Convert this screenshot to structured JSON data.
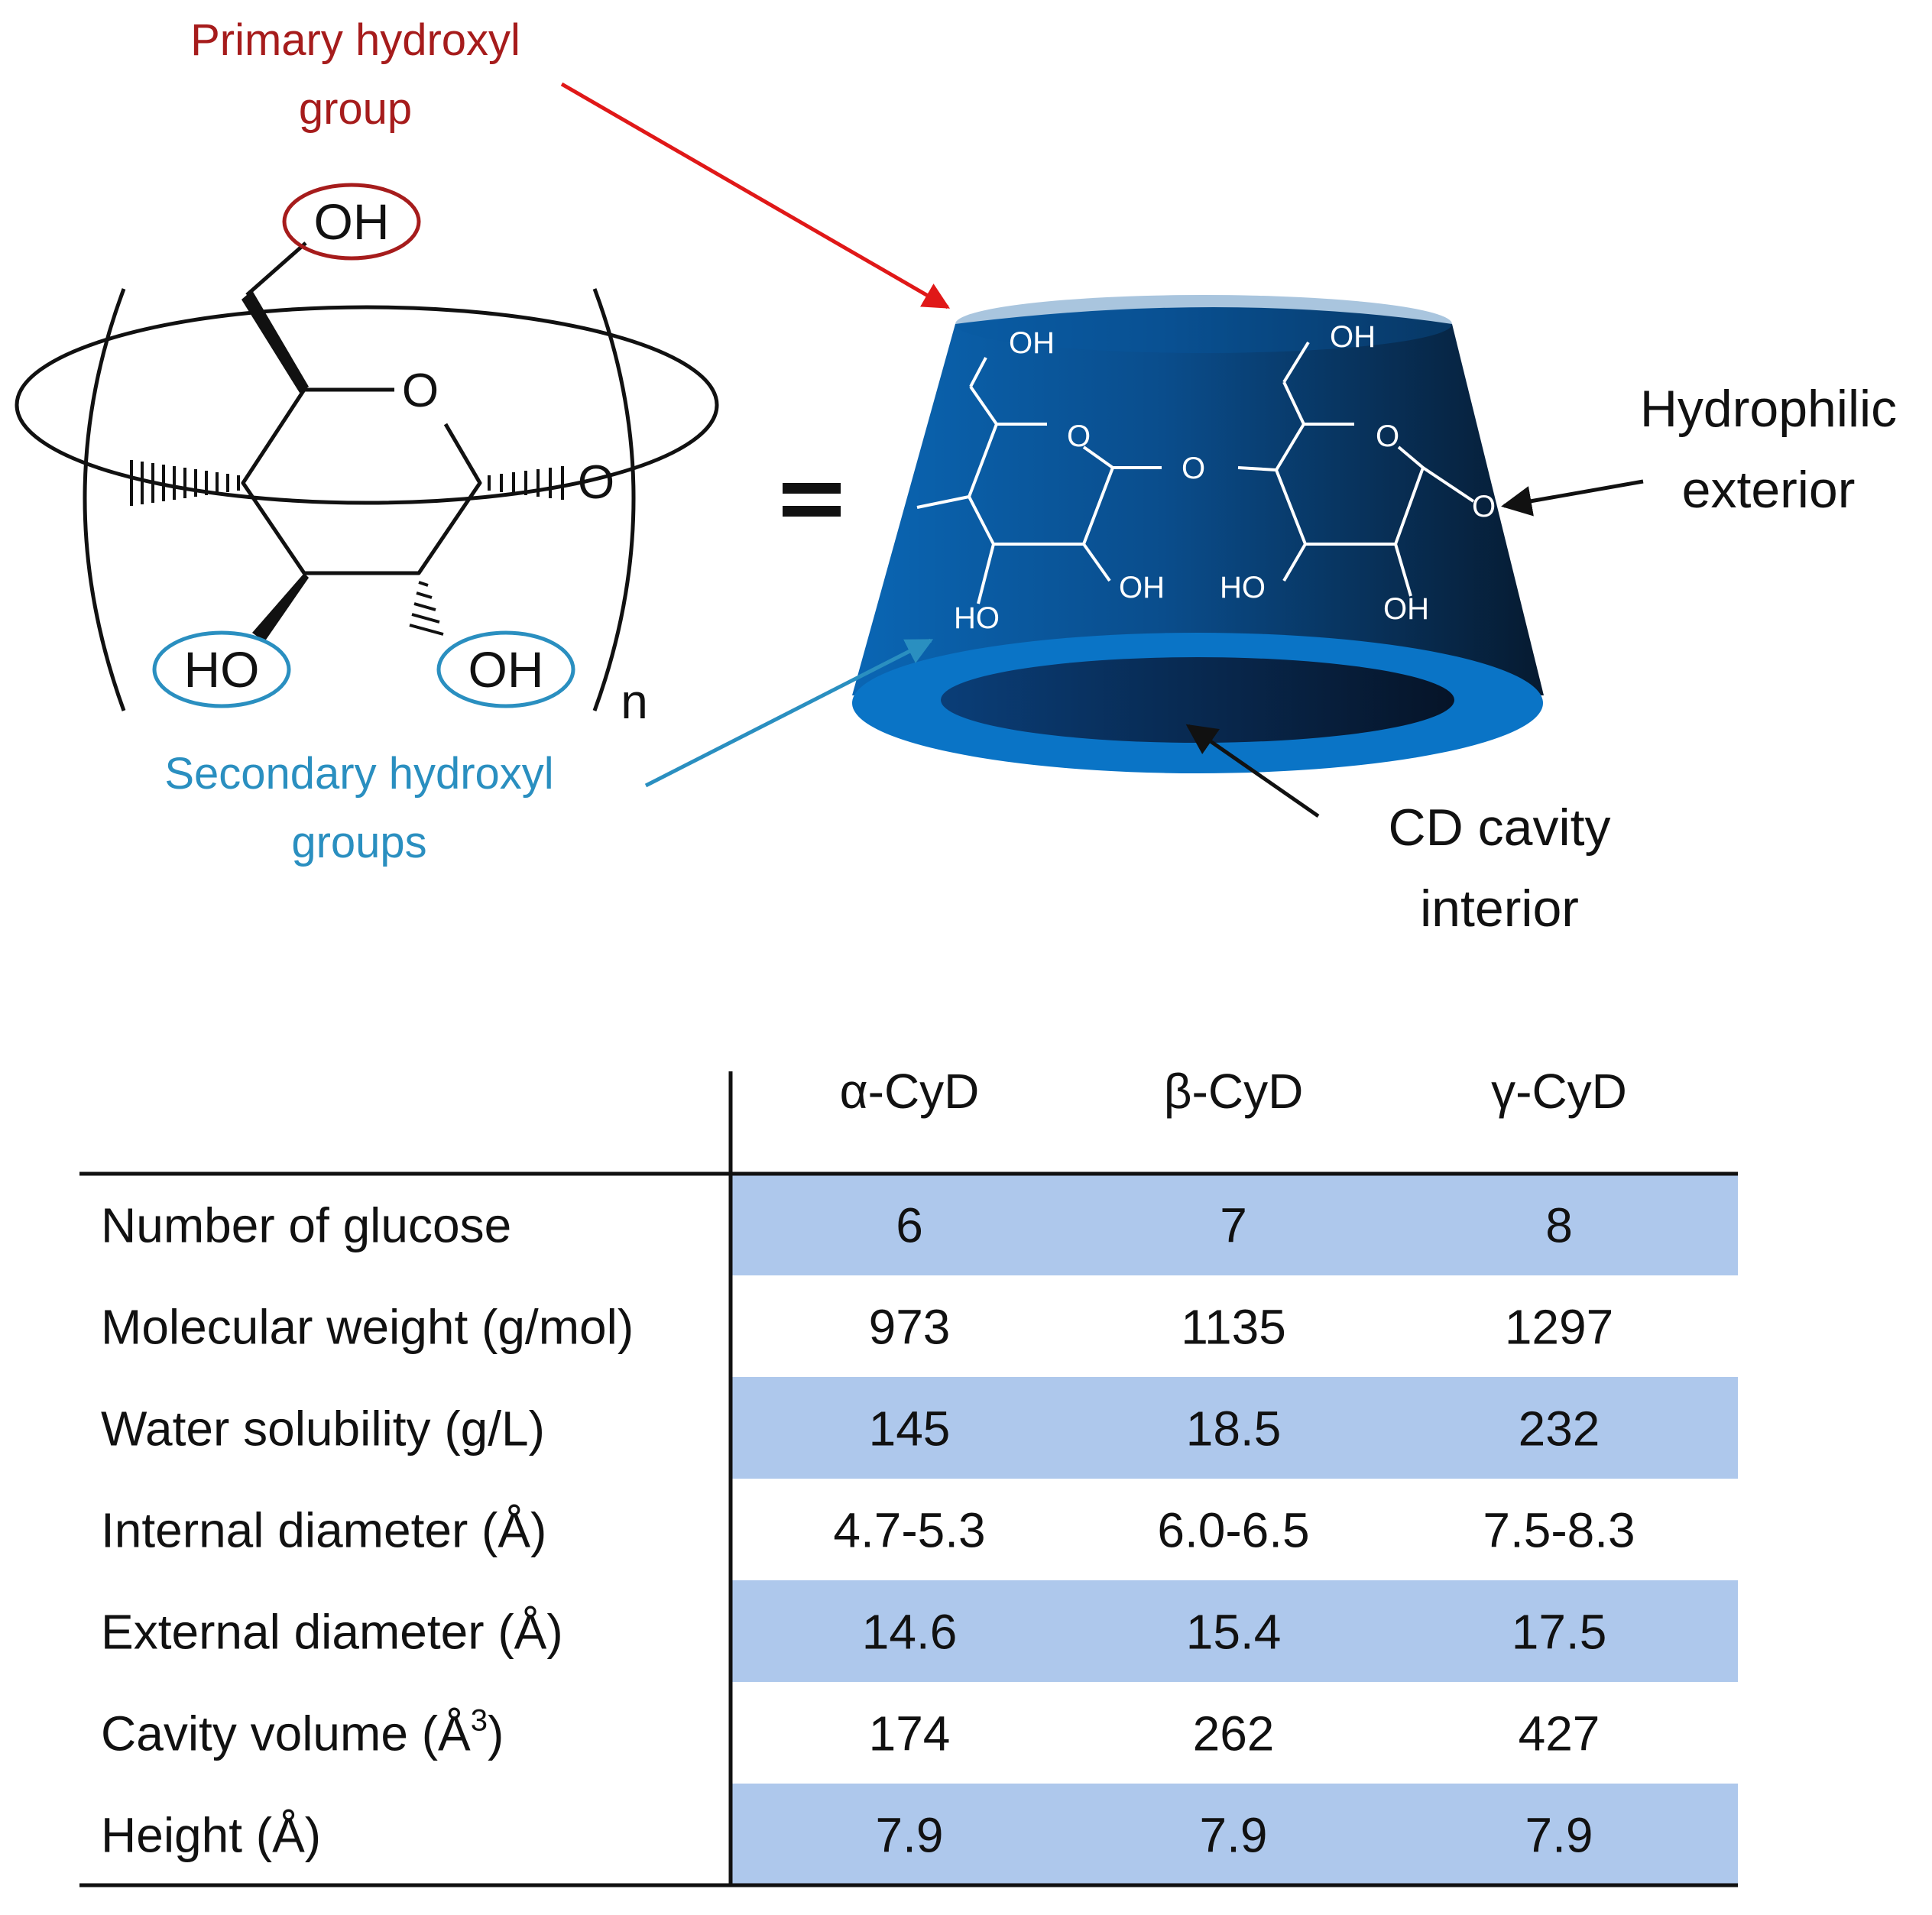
{
  "colors": {
    "primary": "#a61c1c",
    "secondary": "#2a8fc0",
    "arrow_red": "#e01818",
    "cone_dark": "#082848",
    "cone_light": "#0a5aa0",
    "rim": "#0a74c6",
    "row_fill": "#aec8ec",
    "ink": "#111111"
  },
  "labels": {
    "primary_line1": "Primary hydroxyl",
    "primary_line2": "group",
    "secondary_line1": "Secondary hydroxyl",
    "secondary_line2": "groups",
    "hydrophilic_line1": "Hydrophilic",
    "hydrophilic_line2": "exterior",
    "cavity_line1": "CD cavity",
    "cavity_line2": "interior",
    "equals": "="
  },
  "molecule": {
    "oh_primary": "OH",
    "ho_secondary": "HO",
    "oh_secondary": "OH",
    "ring_o": "O",
    "link_o": "O",
    "subscript": "n"
  },
  "cone_molecule": {
    "oh": "OH",
    "ho": "HO",
    "o": "O"
  },
  "table": {
    "columns": [
      "α-CyD",
      "β-CyD",
      "γ-CyD"
    ],
    "rows": [
      {
        "label": "Number of glucose",
        "values": [
          "6",
          "7",
          "8"
        ]
      },
      {
        "label": "Molecular weight (g/mol)",
        "values": [
          "973",
          "1135",
          "1297"
        ]
      },
      {
        "label": "Water solubility (g/L)",
        "values": [
          "145",
          "18.5",
          "232"
        ]
      },
      {
        "label": "Internal diameter (Å)",
        "values": [
          "4.7-5.3",
          "6.0-6.5",
          "7.5-8.3"
        ]
      },
      {
        "label": "External diameter (Å)",
        "values": [
          "14.6",
          "15.4",
          "17.5"
        ]
      },
      {
        "label": "Cavity volume (Å",
        "sup": "3",
        "tail": ")",
        "values": [
          "174",
          "262",
          "427"
        ]
      },
      {
        "label": "Height (Å)",
        "values": [
          "7.9",
          "7.9",
          "7.9"
        ]
      }
    ]
  }
}
